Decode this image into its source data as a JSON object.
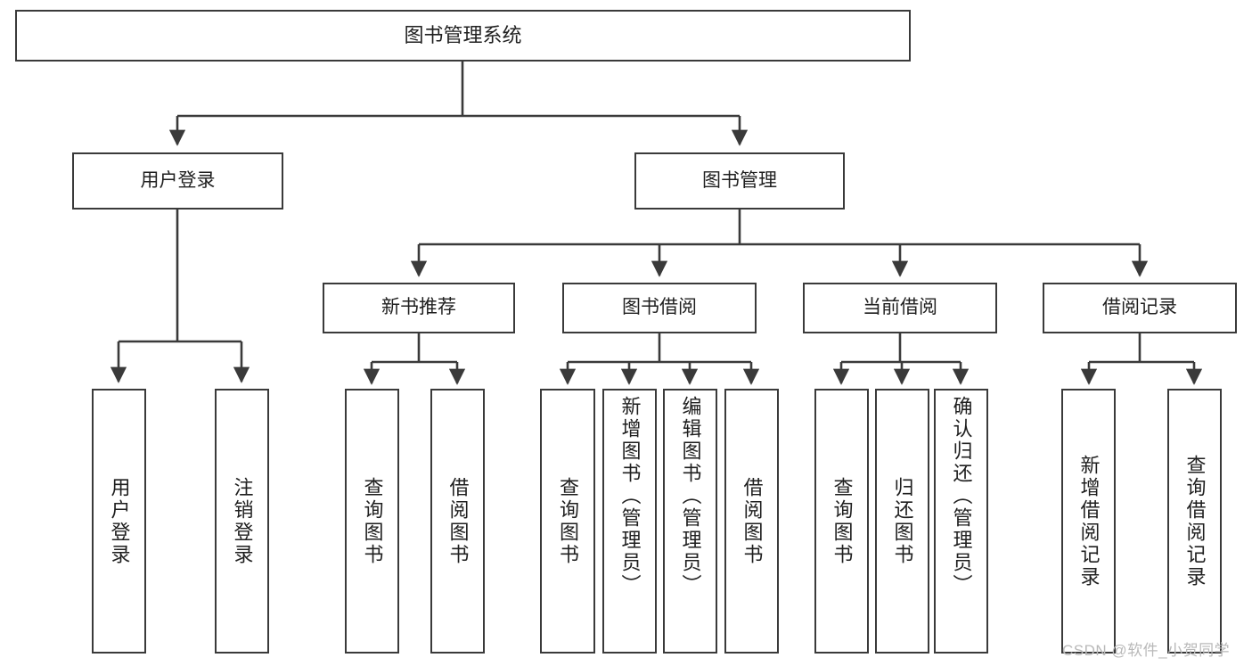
{
  "diagram": {
    "type": "tree-hierarchy-chart",
    "title": "图书管理系统",
    "orientation": "top-down",
    "colors": {
      "box_border": "#3a3a3a",
      "box_fill": "#ffffff",
      "edge": "#3a3a3a",
      "text": "#1f1f1f",
      "watermark": "#b9b9b9",
      "background": "#ffffff"
    }
  },
  "root": {
    "label": "图书管理系统"
  },
  "level1": [
    {
      "label": "用户登录"
    },
    {
      "label": "图书管理"
    }
  ],
  "level2": [
    {
      "label": "新书推荐"
    },
    {
      "label": "图书借阅"
    },
    {
      "label": "当前借阅"
    },
    {
      "label": "借阅记录"
    }
  ],
  "leaves": {
    "user_login": [
      {
        "label": "用户登录"
      },
      {
        "label": "注销登录"
      }
    ],
    "new_book_recommend": [
      {
        "label": "查询图书"
      },
      {
        "label": "借阅图书"
      }
    ],
    "book_borrow": [
      {
        "label": "查询图书"
      },
      {
        "label": "新增图书（管理员）"
      },
      {
        "label": "编辑图书（管理员）"
      },
      {
        "label": "借阅图书"
      }
    ],
    "current_borrow": [
      {
        "label": "查询图书"
      },
      {
        "label": "归还图书"
      },
      {
        "label": "确认归还（管理员）"
      }
    ],
    "borrow_record": [
      {
        "label": "新增借阅记录"
      },
      {
        "label": "查询借阅记录"
      }
    ]
  },
  "watermark": {
    "text": "CSDN @软件_小贺同学"
  }
}
